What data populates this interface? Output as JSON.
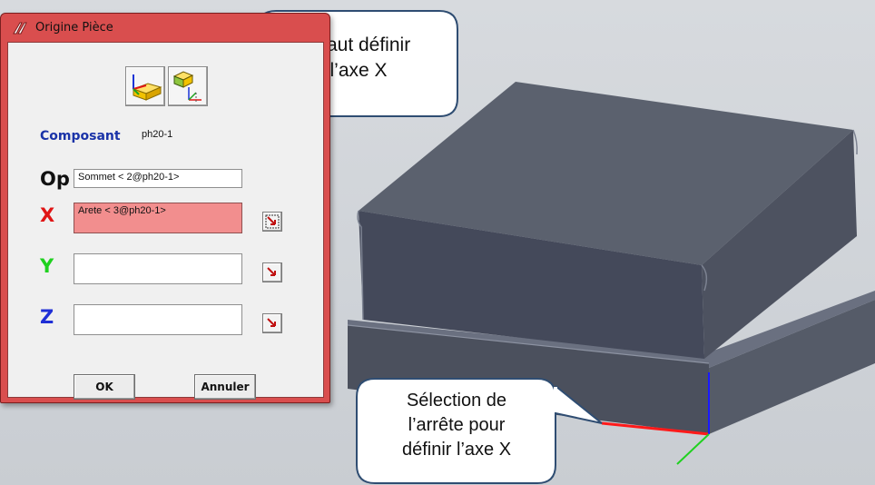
{
  "dialog": {
    "title": "Origine Pièce",
    "toolbar": [
      {
        "icon": "box-origin-icon"
      },
      {
        "icon": "axis-select-icon"
      }
    ],
    "composant_label": "Composant",
    "composant_value": "ph20-1",
    "fields": {
      "op": {
        "label": "Op",
        "value": "Sommet < 2@ph20-1>",
        "color": "#111111"
      },
      "x": {
        "label": "X",
        "value": "Arete < 3@ph20-1>",
        "color": "#e01515",
        "active": true
      },
      "y": {
        "label": "Y",
        "value": "",
        "color": "#1fd11f"
      },
      "z": {
        "label": "Z",
        "value": "",
        "color": "#1f2fd6"
      }
    },
    "ok_label": "OK",
    "cancel_label": "Annuler"
  },
  "callouts": {
    "top": "Il faut définir\nl’axe X",
    "bottom": "Sélection de\nl’arrête pour\ndéfinir l’axe X"
  },
  "colors": {
    "dialog_frame": "#d94e4e",
    "active_field": "#f28e8e",
    "callout_fill": "#ffffff",
    "callout_border": "#2f4d72",
    "model": "#4a4f5c",
    "selected_edge": "#ff1a1a"
  }
}
